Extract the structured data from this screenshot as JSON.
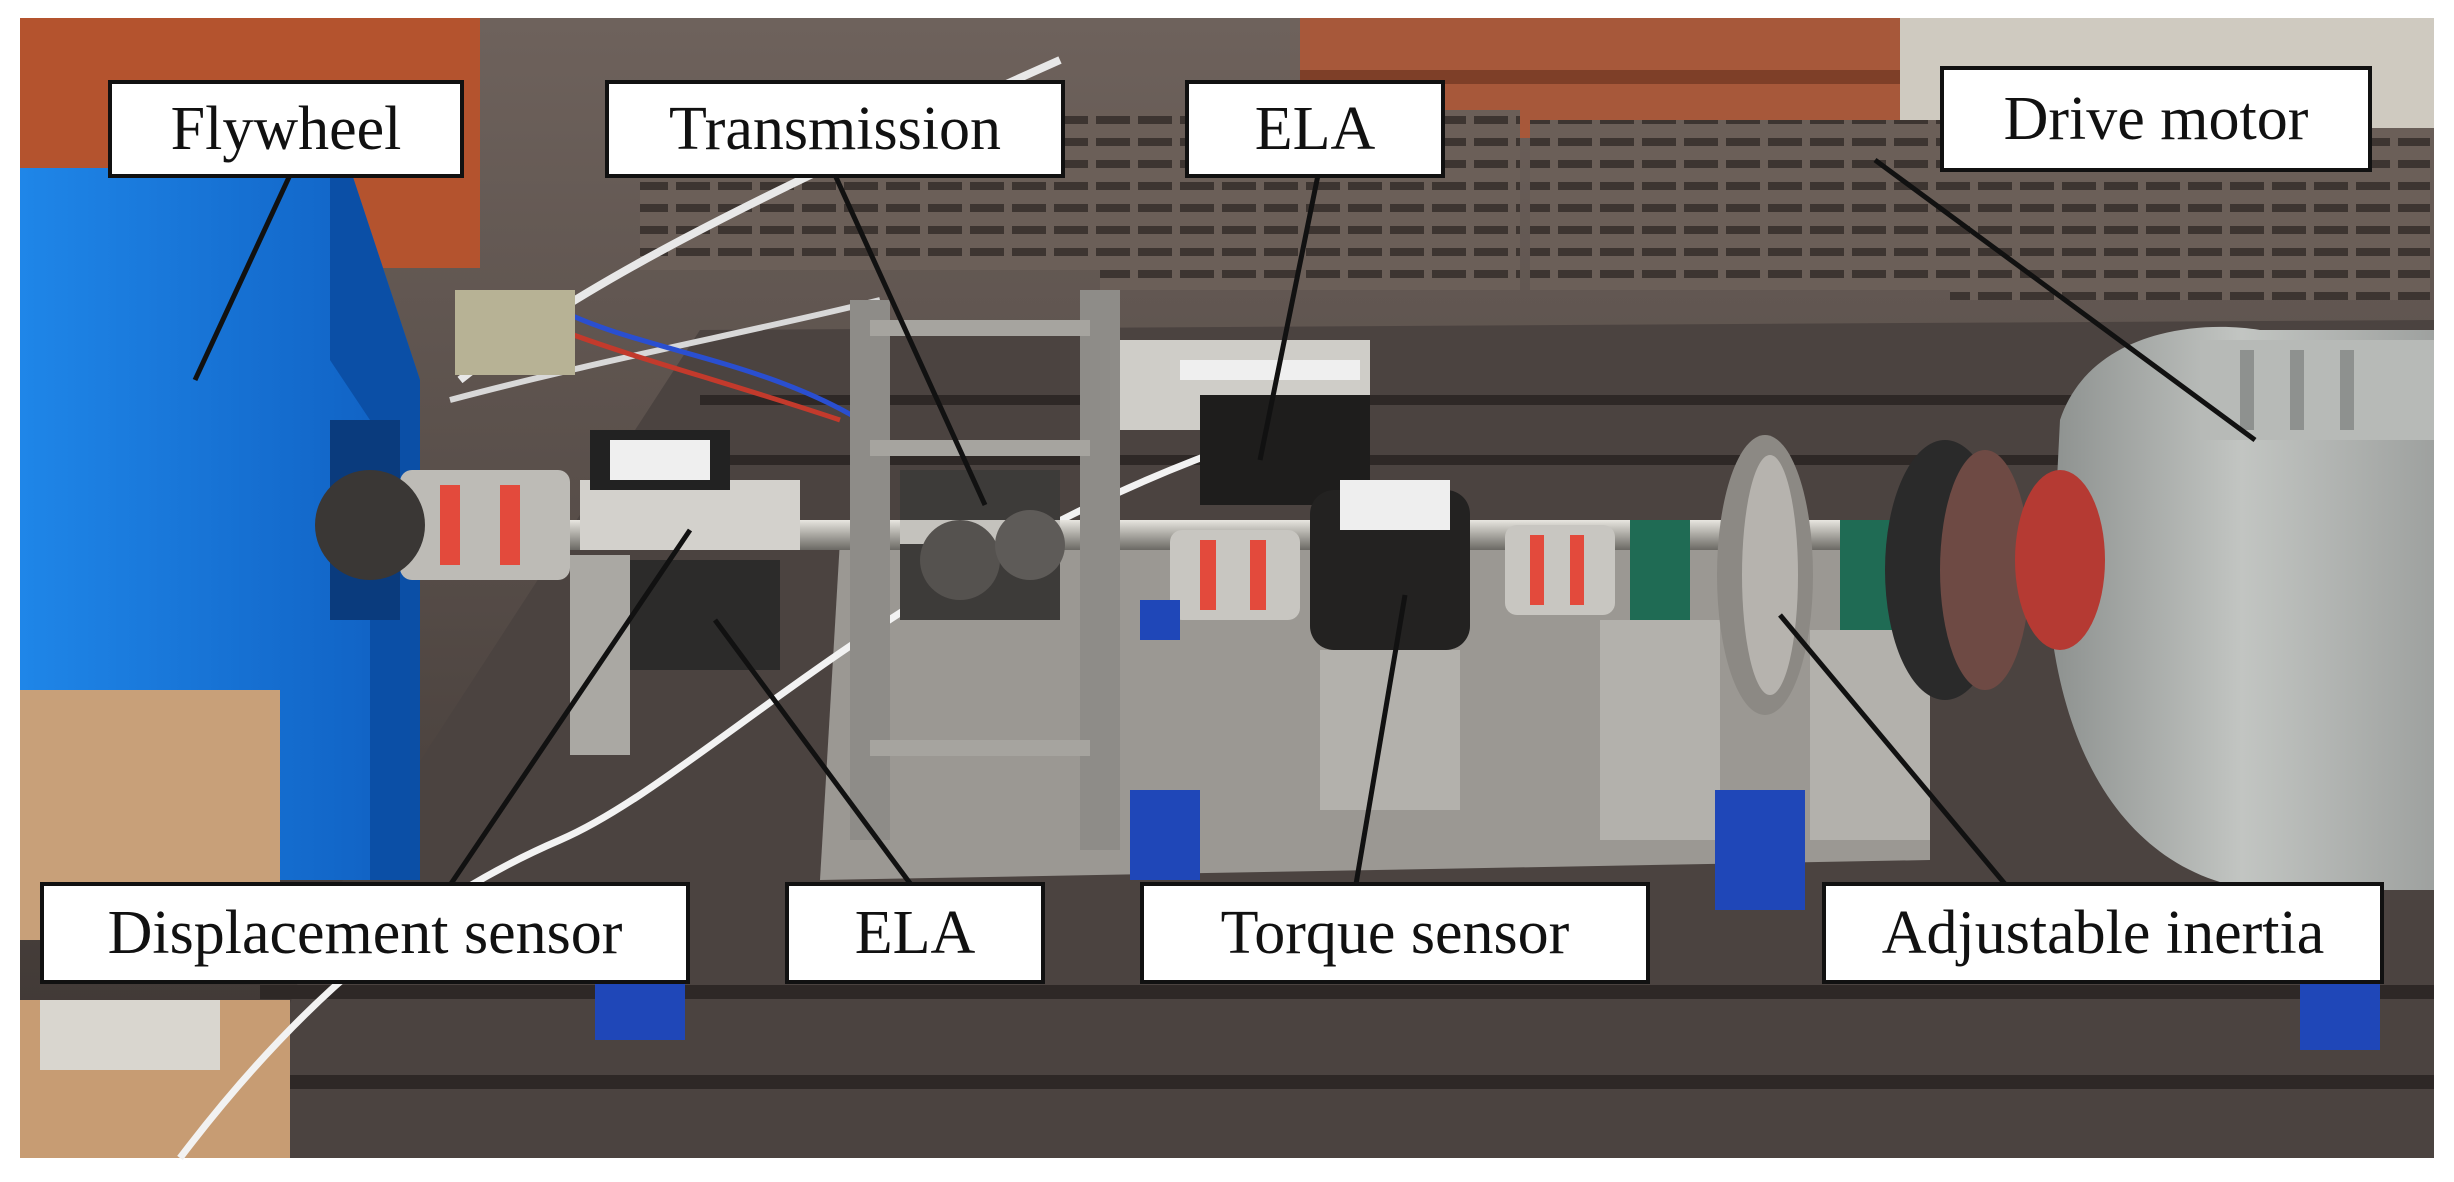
{
  "photo": {
    "subject": "transmission test bench",
    "colors": {
      "flywheel_housing": "#1b74d6",
      "floor_iron": "#4a423f",
      "aluminium_stand": "#b9b7b1",
      "clamp_blue": "#1f47b8",
      "motor_grey": "#a8aba8",
      "coupling_red": "#d94a3c",
      "crate_wood": "#a7583a"
    }
  },
  "labels": {
    "flywheel": "Flywheel",
    "transmission": "Transmission",
    "ela_top": "ELA",
    "drive_motor": "Drive motor",
    "displacement_sensor": "Displacement sensor",
    "ela_bottom": "ELA",
    "torque_sensor": "Torque sensor",
    "adjustable_inertia": "Adjustable inertia"
  }
}
